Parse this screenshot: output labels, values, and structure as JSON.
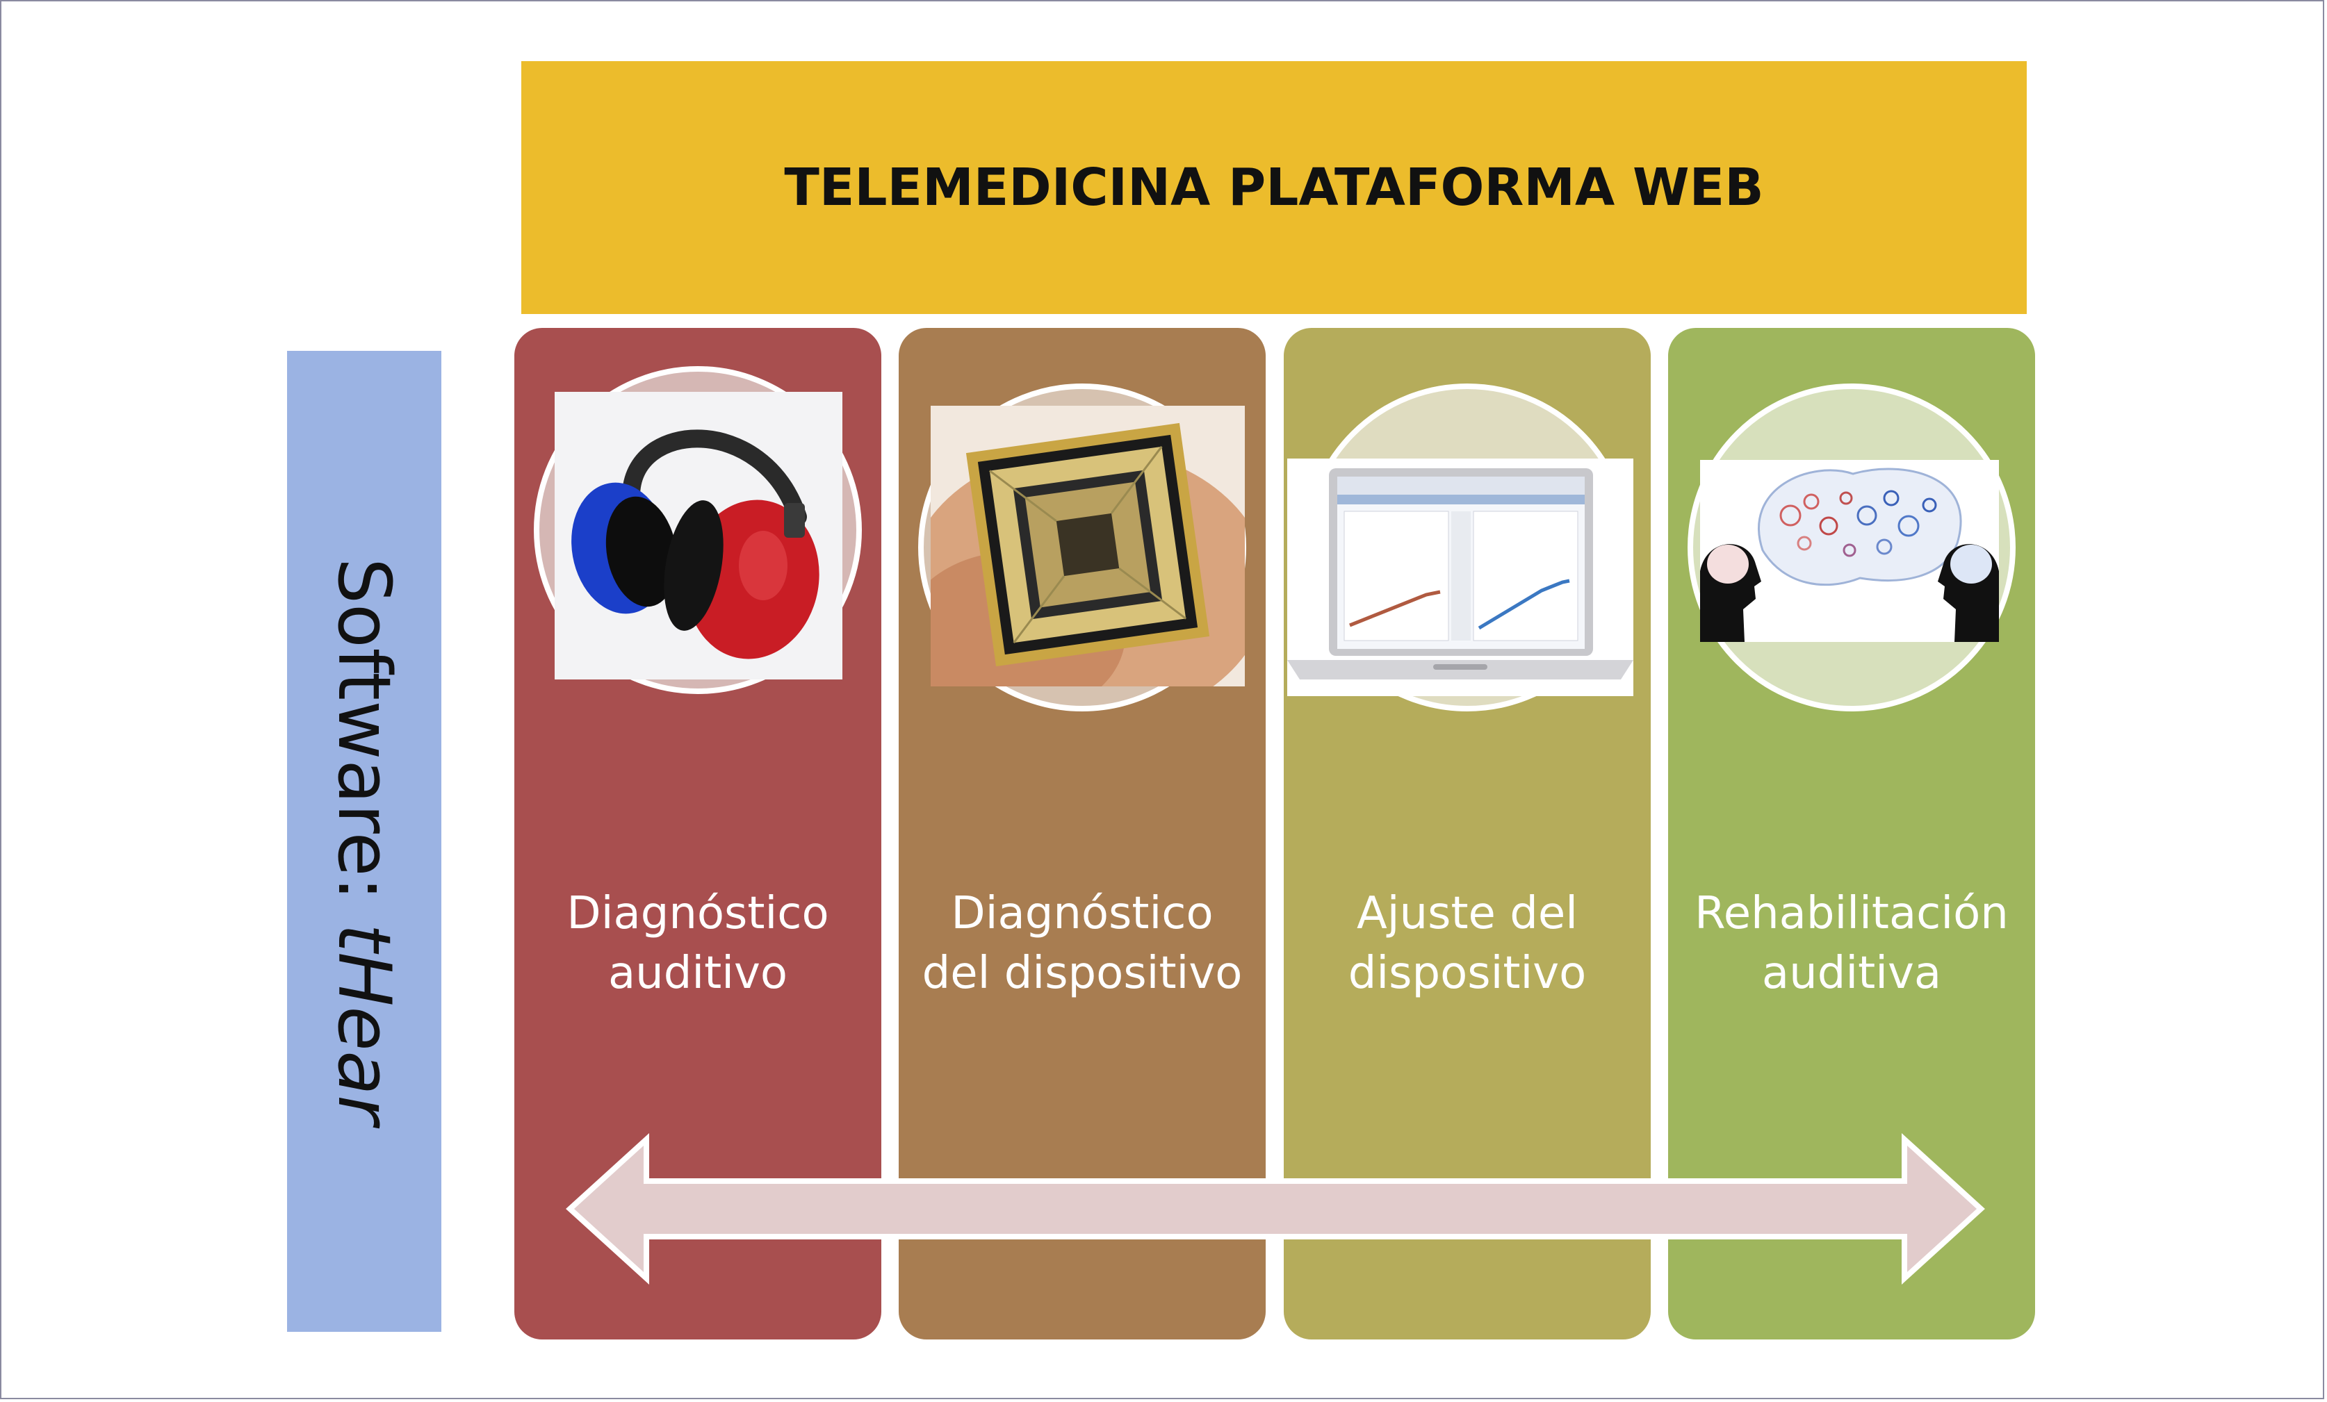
{
  "header": {
    "title": "TELEMEDICINA PLATAFORMA WEB"
  },
  "side": {
    "label_prefix": "Software: ",
    "label_emphasis": "tHear"
  },
  "columns": [
    {
      "line1": "Diagnóstico",
      "line2": "auditivo",
      "image": "headphones-photo",
      "color": "#a84f4f"
    },
    {
      "line1": "Diagnóstico",
      "line2": "del dispositivo",
      "image": "microchip-photo",
      "color": "#a87d51"
    },
    {
      "line1": "Ajuste del",
      "line2": "dispositivo",
      "image": "laptop-photo",
      "color": "#b5ac5b"
    },
    {
      "line1": "Rehabilitación",
      "line2": "auditiva",
      "image": "speech-heads-photo",
      "color": "#9fb65d"
    }
  ],
  "arrow": {
    "type": "double-headed-arrow",
    "color": "#e2cccc"
  }
}
